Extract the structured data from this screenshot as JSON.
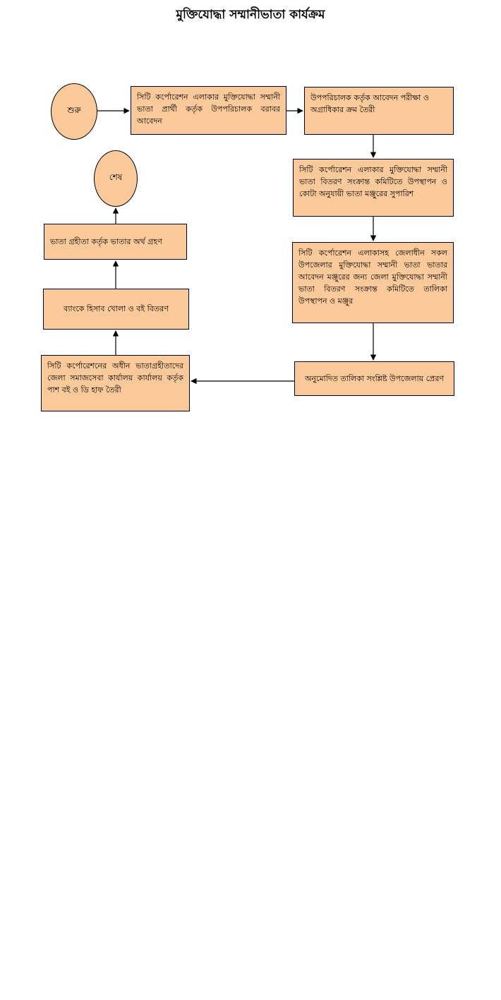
{
  "title": "মুক্তিযোদ্ধা সম্মানীভাতা কার্যক্রম",
  "nodes": {
    "start": "শুরু",
    "end": "শেষ",
    "step1": "সিটি কর্পোরেশন এলাকার মুক্তিযোদ্ধা সম্মানী ভাতা প্রার্থী কর্তৃক উপপরিচালক বরাবর আবেদন",
    "step2": "উপপরিচালক কর্তৃক আবেদন পরীক্ষা ও অগ্রাধিকার ক্রম তৈরী",
    "step3": "সিটি কর্পোরেশন এলাকার মুক্তিযোদ্ধা সম্মানী ভাতা বিতরণ সংক্রান্ত কমিটিতে উপস্থাপন ও কোটা অনুযায়ী ভাতা মঞ্জুরের সুপারিশ",
    "step4": "সিটি কর্পোরেশন এলাকাসহ জেলাধীন সকল উপজেলার মুক্তিযোদ্ধা সম্মানী ভাতা ভাতার আবেদন মঞ্জুরের জন্য জেলা মুক্তিযোদ্ধা সম্মানী ভাতা বিতরণ সংক্রান্ত কমিটিতে তালিকা উপস্থাপন ও মঞ্জুর",
    "step5": "অনুমোদিত তালিকা সংশ্লিষ্ট উপজেলায় প্রেরণ",
    "step6": "সিটি কর্পোরেশনের অধীন ভাতাগ্রহীতাদের জেলা সমাজসেবা কার্যালয় কার্যালয় কর্তৃক পাশ বই ও ডি হাফ তৈরী",
    "step7": "ব্যাংকে হিসাব খোলা ও বই বিতরণ",
    "step8": "ভাতা গ্রহীতা কর্তৃক ভাতার অর্থ গ্রহণ"
  },
  "colors": {
    "box_fill": "#fbc99a",
    "stroke": "#000000"
  }
}
